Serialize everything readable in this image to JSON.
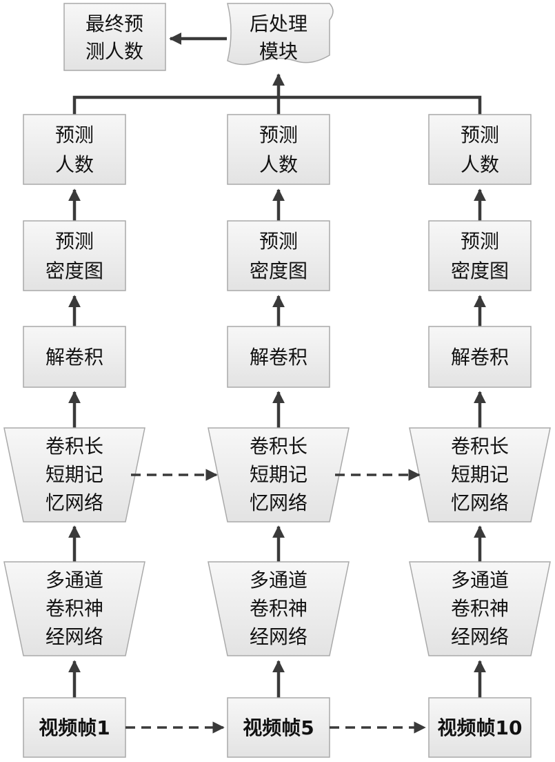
{
  "final": {
    "line1": "最终预",
    "line2": "测人数"
  },
  "post": {
    "line1": "后处理",
    "line2": "模块"
  },
  "columns": [
    {
      "count": {
        "line1": "预测",
        "line2": "人数"
      },
      "density": {
        "line1": "预测",
        "line2": "密度图"
      },
      "deconv": "解卷积",
      "lstm": {
        "line1": "卷积长",
        "line2": "短期记",
        "line3": "忆网络"
      },
      "cnn": {
        "line1": "多通道",
        "line2": "卷积神",
        "line3": "经网络"
      },
      "frame": "视频帧1"
    },
    {
      "count": {
        "line1": "预测",
        "line2": "人数"
      },
      "density": {
        "line1": "预测",
        "line2": "密度图"
      },
      "deconv": "解卷积",
      "lstm": {
        "line1": "卷积长",
        "line2": "短期记",
        "line3": "忆网络"
      },
      "cnn": {
        "line1": "多通道",
        "line2": "卷积神",
        "line3": "经网络"
      },
      "frame": "视频帧5"
    },
    {
      "count": {
        "line1": "预测",
        "line2": "人数"
      },
      "density": {
        "line1": "预测",
        "line2": "密度图"
      },
      "deconv": "解卷积",
      "lstm": {
        "line1": "卷积长",
        "line2": "短期记",
        "line3": "忆网络"
      },
      "cnn": {
        "line1": "多通道",
        "line2": "卷积神",
        "line3": "经网络"
      },
      "frame": "视频帧10"
    }
  ]
}
